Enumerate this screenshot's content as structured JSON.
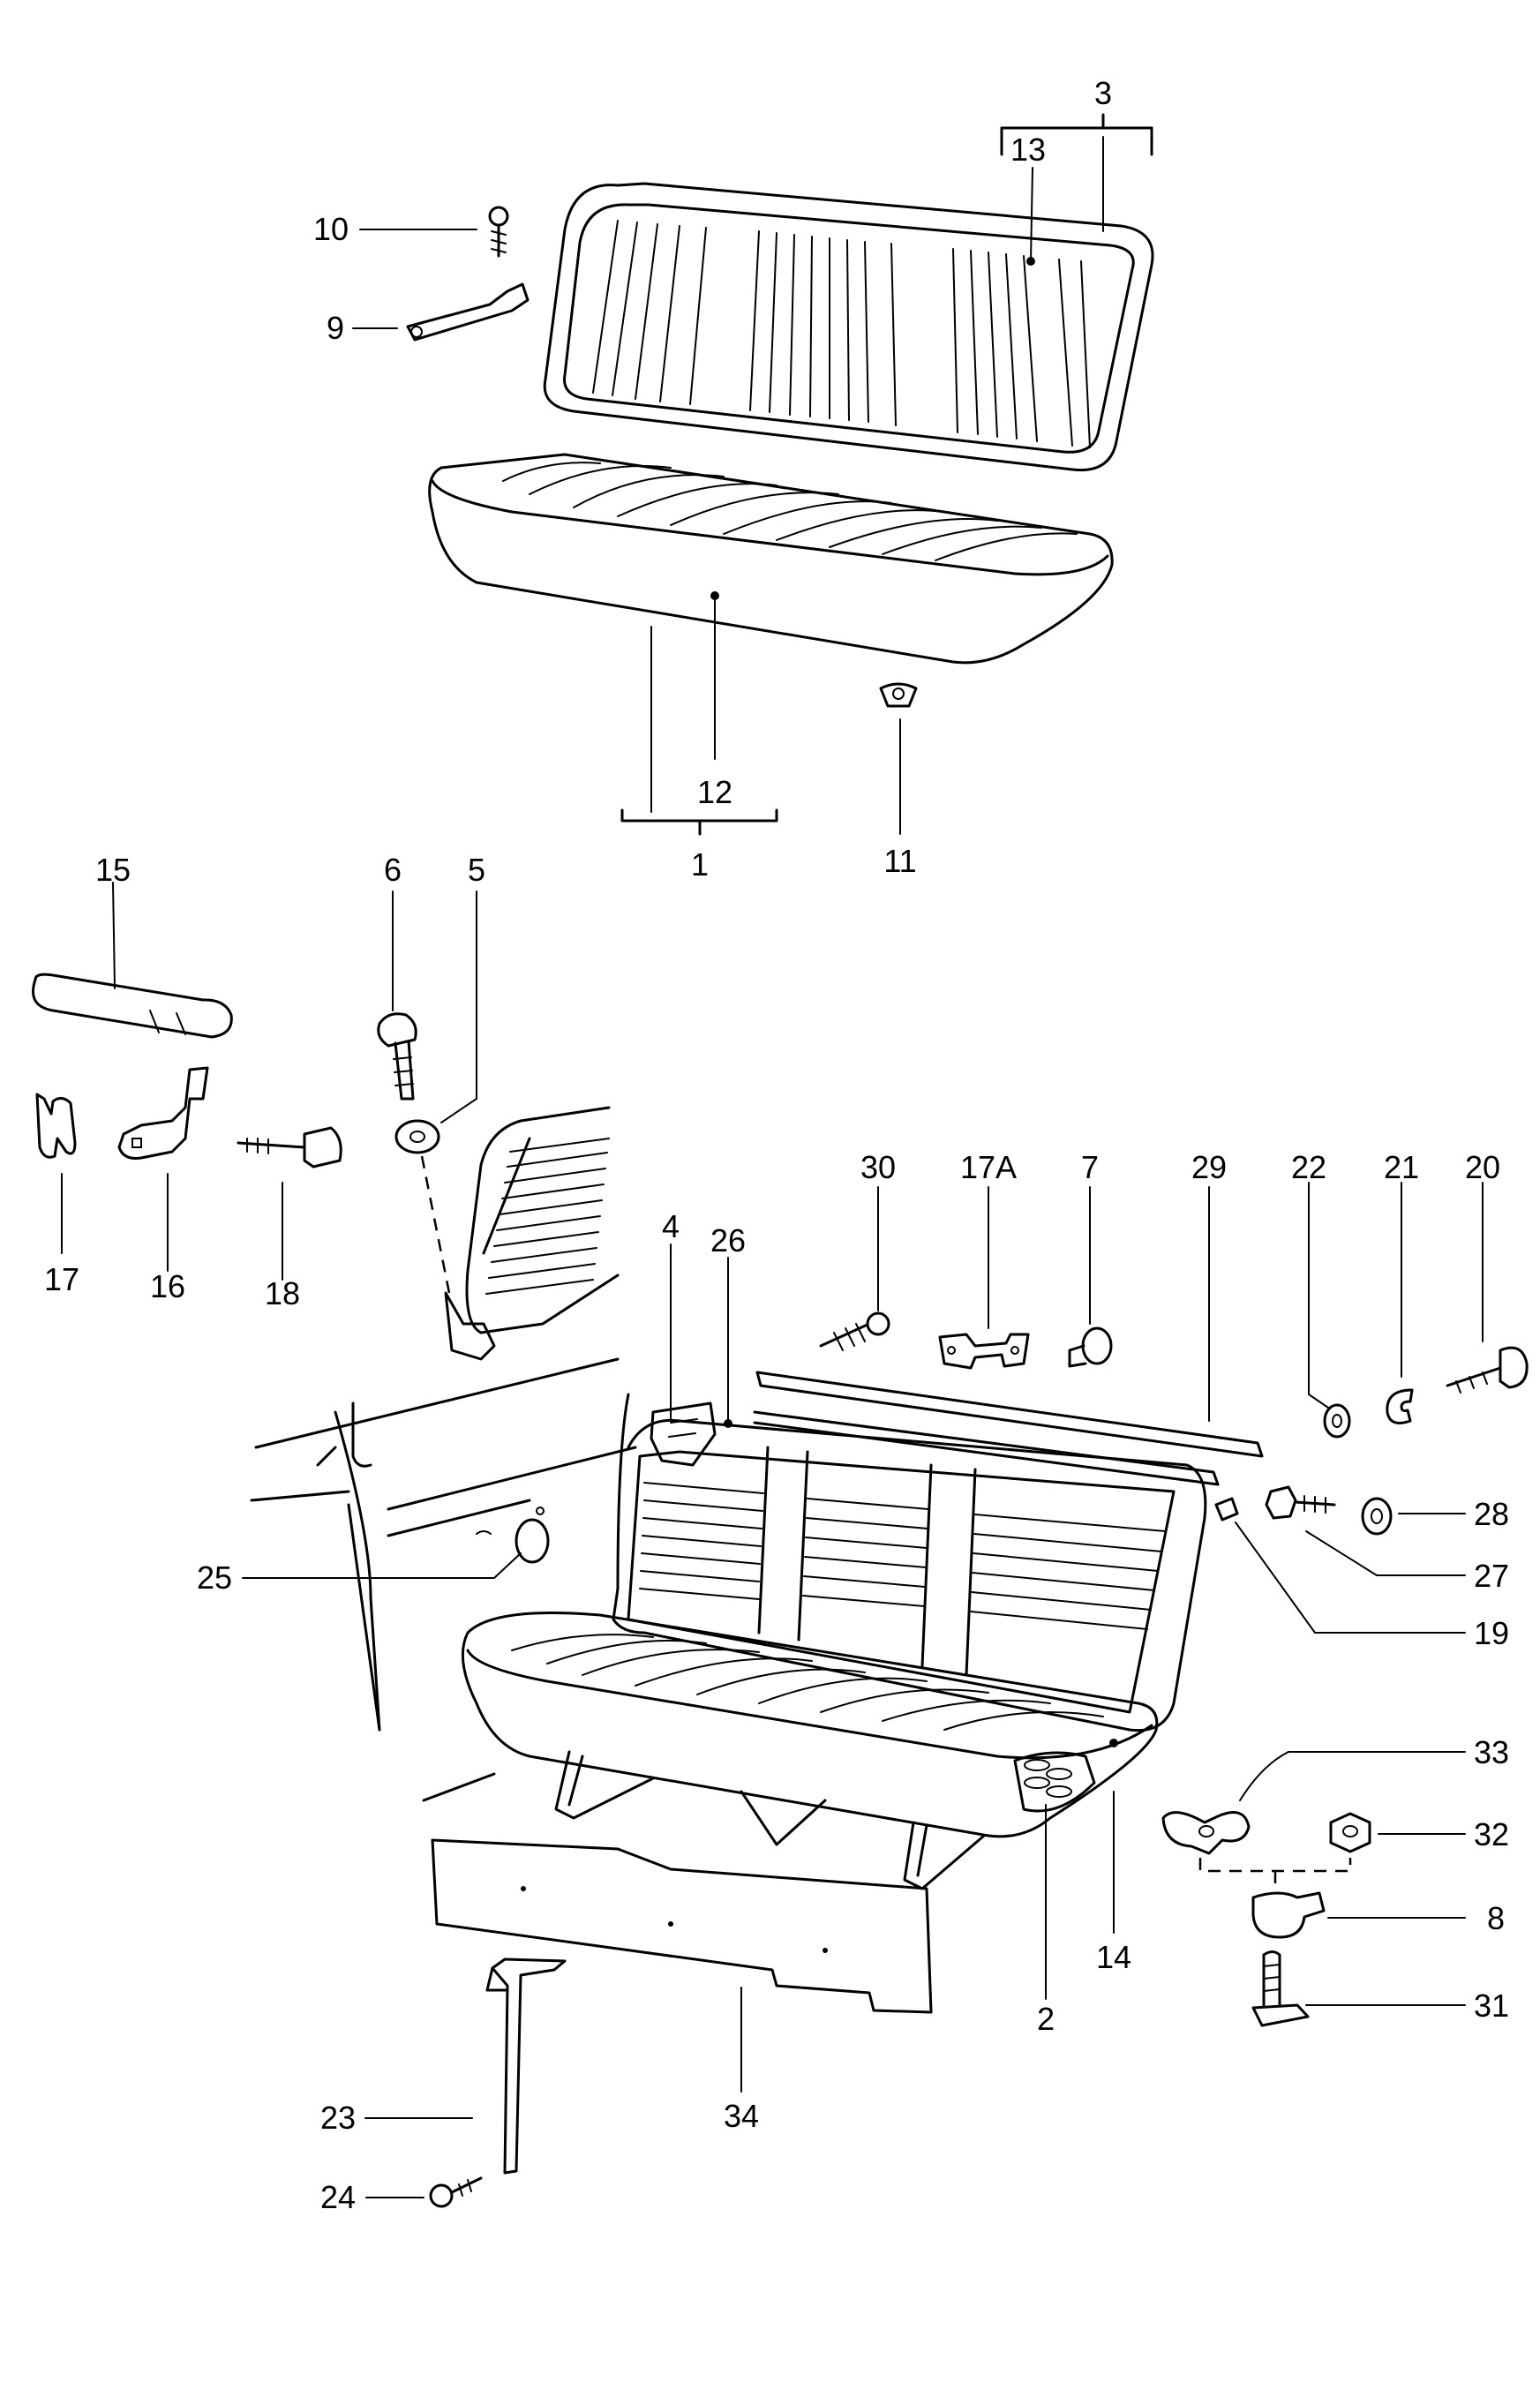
{
  "diagram": {
    "callouts": {
      "c1": "1",
      "c2": "2",
      "c3": "3",
      "c4": "4",
      "c5": "5",
      "c6": "6",
      "c7": "7",
      "c8": "8",
      "c9": "9",
      "c10": "10",
      "c11": "11",
      "c12": "12",
      "c13": "13",
      "c14": "14",
      "c15": "15",
      "c16": "16",
      "c17": "17",
      "c17a": "17A",
      "c18": "18",
      "c19": "19",
      "c20": "20",
      "c21": "21",
      "c22": "22",
      "c23": "23",
      "c24": "24",
      "c25": "25",
      "c26": "26",
      "c27": "27",
      "c28": "28",
      "c29": "29",
      "c30": "30",
      "c31": "31",
      "c32": "32",
      "c33": "33",
      "c34": "34"
    }
  }
}
